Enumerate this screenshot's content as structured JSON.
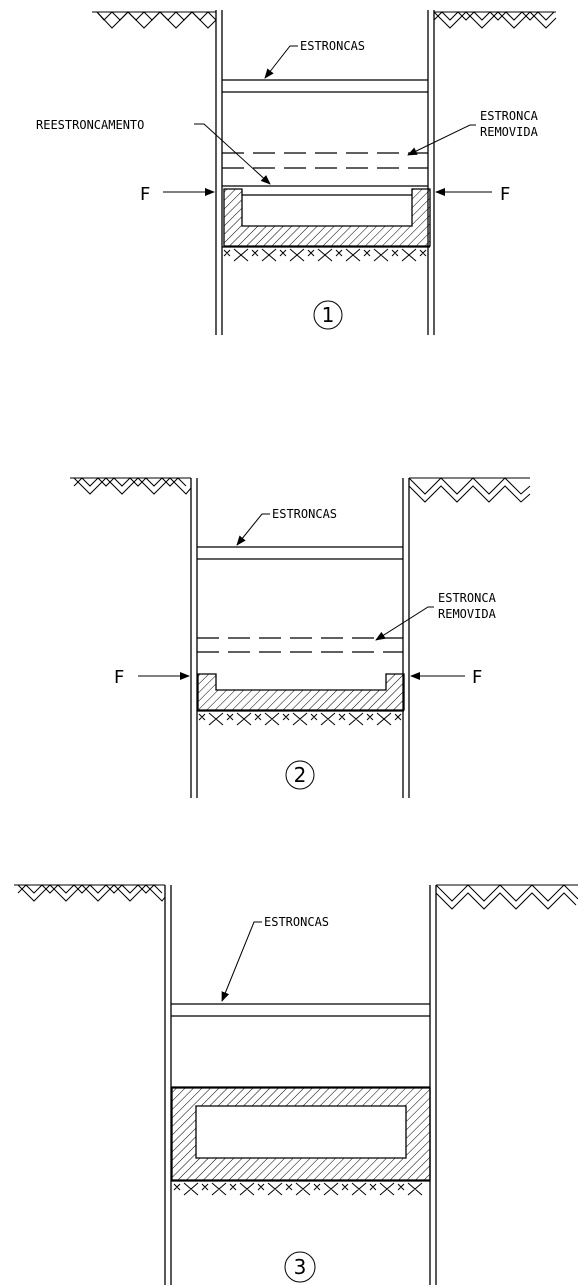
{
  "stages": [
    {
      "strut_label": "ESTRONCAS",
      "restrut_label": "REESTRONCAMENTO",
      "removed_label": [
        "ESTRONCA",
        "REMOVIDA"
      ],
      "force_left": "F",
      "force_right": "F",
      "number": "1"
    },
    {
      "strut_label": "ESTRONCAS",
      "removed_label": [
        "ESTRONCA",
        "REMOVIDA"
      ],
      "force_left": "F",
      "force_right": "F",
      "number": "2"
    },
    {
      "strut_label": "ESTRONCAS",
      "number": "3"
    }
  ]
}
